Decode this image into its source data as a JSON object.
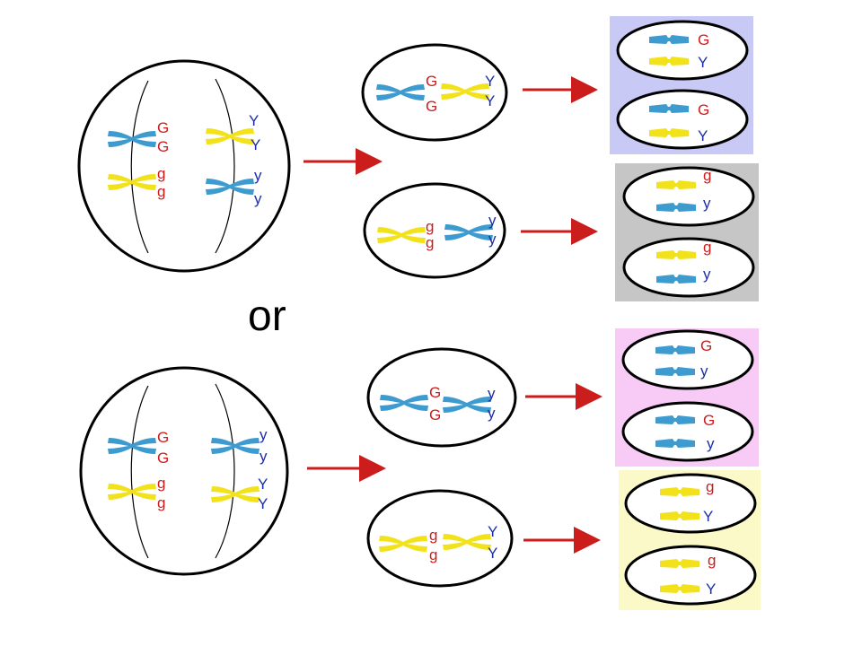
{
  "colors": {
    "blue_chromosome": "#3d9bd0",
    "yellow_chromosome": "#f2e21b",
    "red_label": "#cc1d1d",
    "blue_label": "#1c2ea6",
    "arrow": "#cc1d1d",
    "outline": "#000000",
    "bg_blue": "#c9c9f5",
    "bg_gray": "#c6c6c6",
    "bg_pink": "#f7cbf5",
    "bg_yellow": "#fcf9c8"
  },
  "separator": "or",
  "scenario_1": {
    "parent": {
      "blue_pair": [
        "G",
        "G"
      ],
      "yellow_pair": [
        "Y",
        "Y"
      ],
      "yellow_left": [
        "g",
        "g"
      ],
      "blue_right": [
        "y",
        "y"
      ]
    },
    "daughter_top": [
      "G",
      "G",
      "Y",
      "Y"
    ],
    "daughter_bottom": [
      "g",
      "g",
      "y",
      "y"
    ],
    "gametes_top": [
      [
        "G",
        "Y"
      ],
      [
        "G",
        "Y"
      ]
    ],
    "gametes_bottom": [
      [
        "g",
        "y"
      ],
      [
        "g",
        "y"
      ]
    ]
  },
  "scenario_2": {
    "parent": {
      "blue_pair": [
        "G",
        "G"
      ],
      "blue_right": [
        "y",
        "y"
      ],
      "yellow_left": [
        "g",
        "g"
      ],
      "yellow_right": [
        "Y",
        "Y"
      ]
    },
    "daughter_top": [
      "G",
      "G",
      "y",
      "y"
    ],
    "daughter_bottom": [
      "g",
      "g",
      "Y",
      "Y"
    ],
    "gametes_top": [
      [
        "G",
        "y"
      ],
      [
        "G",
        "y"
      ]
    ],
    "gametes_bottom": [
      [
        "g",
        "Y"
      ],
      [
        "g",
        "Y"
      ]
    ]
  }
}
